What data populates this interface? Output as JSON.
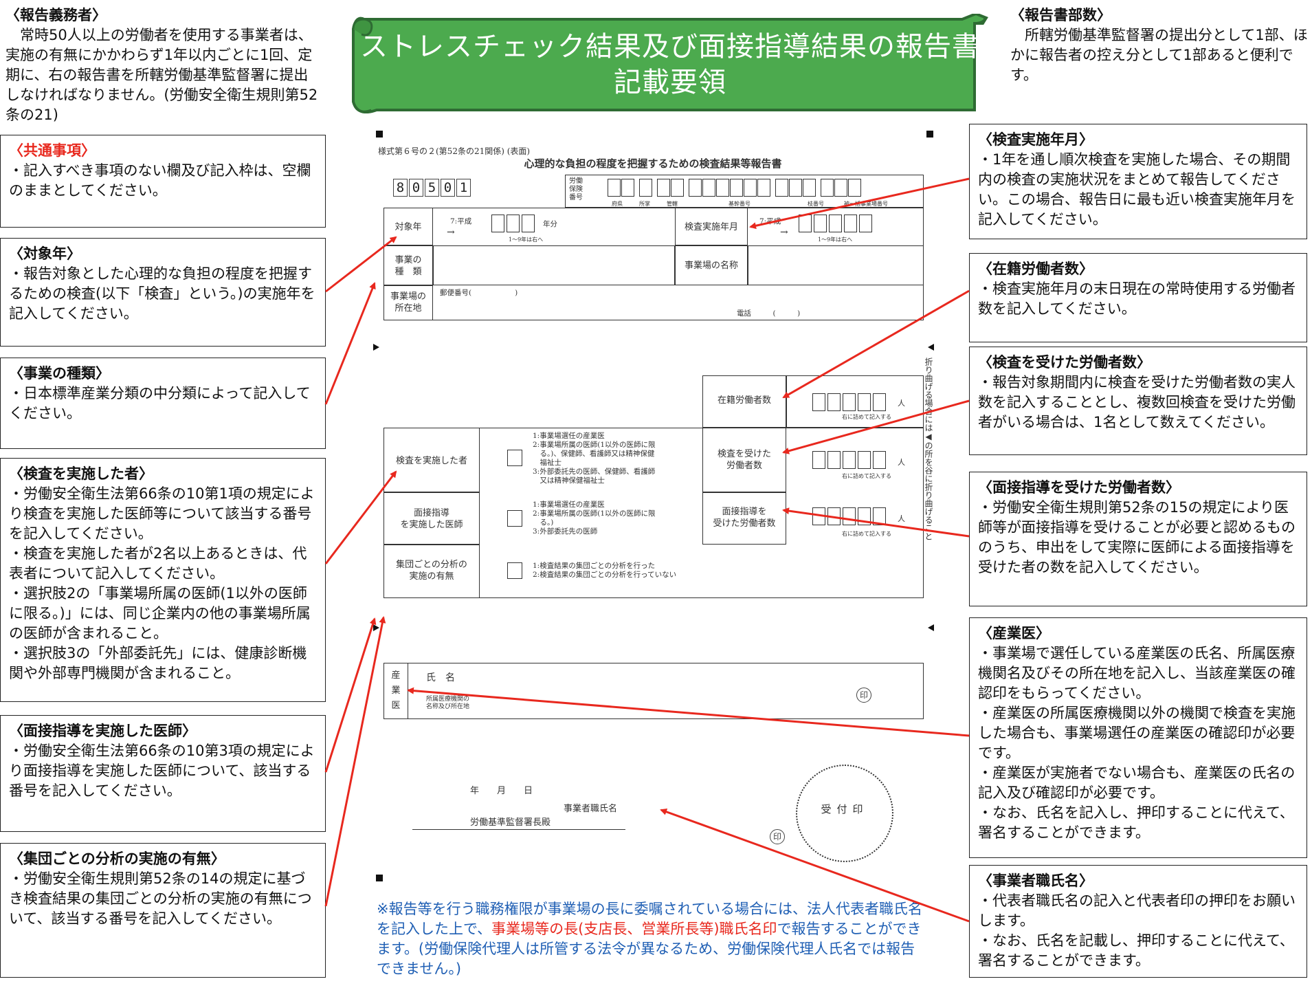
{
  "banner": {
    "title_line1": "ストレスチェック結果及び面接指導結果の報告書",
    "title_line2": "記載要領"
  },
  "left_notes": {
    "obligor": {
      "heading": "〈報告義務者〉",
      "body": "　常時50人以上の労働者を使用する事業者は、実施の有無にかかわらず1年以内ごとに1回、定期に、右の報告書を所轄労働基準監督署に提出しなければなりません。(労働安全衛生規則第52条の21)"
    },
    "common": {
      "heading": "〈共通事項〉",
      "body": "・記入すべき事項のない欄及び記入枠は、空欄のままとしてください。"
    },
    "target_year": {
      "heading": "〈対象年〉",
      "body": "・報告対象とした心理的な負担の程度を把握するための検査(以下「検査」という。)の実施年を記入してください。"
    },
    "business_type": {
      "heading": "〈事業の種類〉",
      "body": "・日本標準産業分類の中分類によって記入してください。"
    },
    "examiner": {
      "heading": "〈検査を実施した者〉",
      "body": "・労働安全衛生法第66条の10第1項の規定により検査を実施した医師等について該当する番号を記入してください。\n・検査を実施した者が2名以上あるときは、代表者について記入してください。\n・選択肢2の「事業場所属の医師(1以外の医師に限る。)」には、同じ企業内の他の事業場所属の医師が含まれること。\n・選択肢3の「外部委託先」には、健康診断機関や外部専門機関が含まれること。"
    },
    "interview_doctor": {
      "heading": "〈面接指導を実施した医師〉",
      "body": "・労働安全衛生法第66条の10第3項の規定により面接指導を実施した医師について、該当する番号を記入してください。"
    },
    "group_analysis": {
      "heading": "〈集団ごとの分析の実施の有無〉",
      "body": "・労働安全衛生規則第52条の14の規定に基づき検査結果の集団ごとの分析の実施の有無について、該当する番号を記入してください。"
    }
  },
  "right_notes": {
    "copies": {
      "heading": "〈報告書部数〉",
      "body": "　所轄労働基準監督署の提出分として1部、ほかに報告者の控え分として1部あると便利です。"
    },
    "exam_month": {
      "heading": "〈検査実施年月〉",
      "body": "・1年を通し順次検査を実施した場合、その期間内の検査の実施状況をまとめて報告してください。この場合、報告日に最も近い検査実施年月を記入してください。"
    },
    "enrolled": {
      "heading": "〈在籍労働者数〉",
      "body": "・検査実施年月の末日現在の常時使用する労働者数を記入してください。"
    },
    "examined": {
      "heading": "〈検査を受けた労働者数〉",
      "body": "・報告対象期間内に検査を受けた労働者数の実人数を記入することとし、複数回検査を受けた労働者がいる場合は、1名として数えてください。"
    },
    "interviewed": {
      "heading": "〈面接指導を受けた労働者数〉",
      "body": "・労働安全衛生規則第52条の15の規定により医師等が面接指導を受けることが必要と認めるもののうち、申出をして実際に医師による面接指導を受けた者の数を記入してください。"
    },
    "occupational_doctor": {
      "heading": "〈産業医〉",
      "body": "・事業場で選任している産業医の氏名、所属医療機関名及びその所在地を記入し、当該産業医の確認印をもらってください。\n・産業医の所属医療機関以外の機関で検査を実施した場合も、事業場選任の産業医の確認印が必要です。\n・産業医が実施者でない場合も、産業医の氏名の記入及び確認印が必要です。\n・なお、氏名を記入し、押印することに代えて、署名することができます。"
    },
    "employer_name": {
      "heading": "〈事業者職氏名〉",
      "body": "・代表者職氏名の記入と代表者印の押印をお願いします。\n・なお、氏名を記載し、押印することに代えて、署名することができます。"
    }
  },
  "form": {
    "form_no": "様式第６号の２(第52条の21関係) (表面)",
    "form_title": "心理的な負担の程度を把握するための検査結果等報告書",
    "code_digits": [
      "8",
      "0",
      "5",
      "0",
      "1"
    ],
    "insurance_label": "労働\n保険\n番号",
    "insurance_sub": [
      "府県",
      "所掌",
      "管轄",
      "基幹番号",
      "枝番号",
      "被一括事業場番号"
    ],
    "target_year_label": "対象年",
    "era": "7:平成",
    "year_unit": "年分",
    "date_hint": "1〜9年は右へ",
    "exam_month_label": "検査実施年月",
    "business_type_label": "事業の\n種　類",
    "workplace_name_label": "事業場の名称",
    "address_label": "事業場の\n所在地",
    "postal": "郵便番号(　　　　　　)",
    "phone": "電話　　　(　　　)",
    "enrolled_label": "在籍労働者数",
    "examined_label": "検査を受けた\n労働者数",
    "interviewed_label": "面接指導を\n受けた労働者数",
    "count_hint": "右に詰めて記入する",
    "person_unit": "人",
    "examiner_label": "検査を実施した者",
    "examiner_options": "1:事業場選任の産業医\n2:事業場所属の医師(1以外の医師に限\n　る。)、保健師、看護師又は精神保健\n　福祉士\n3:外部委託先の医師、保健師、看護師\n　又は精神保健福祉士",
    "doctor_label": "面接指導\nを実施した医師",
    "doctor_options": "1:事業場選任の産業医\n2:事業場所属の医師(1以外の医師に限\n　る。)\n3:外部委託先の医師",
    "group_label": "集団ごとの分析の\n実施の有無",
    "group_options": "1:検査結果の集団ごとの分析を行った\n2:検査結果の集団ごとの分析を行っていない",
    "fold_note": "折り曲げる場合には◀の所を谷に折り曲げること",
    "occ_doctor_label": "産\n業\n医",
    "occ_name": "氏　名",
    "occ_institution": "所属医療機関の\n名称及び所在地",
    "seal": "印",
    "date_line": "年　　月　　日",
    "employer_label": "事業者職氏名",
    "addressee": "労働基準監督署長殿",
    "reception_stamp": "受付印"
  },
  "footer": {
    "part1": "※報告等を行う職務権限が事業場の長に委嘱されている場合には、法人代表者職氏名を記入した上で、",
    "part2": "事業場等の長(支店長、営業所長等)職氏名印",
    "part3": "で報告することができます。(労働保険代理人は所管する法令が異なるため、労働保険代理人氏名では報告できません。)"
  },
  "colors": {
    "banner_green": "#4caa4e",
    "banner_dark": "#2e6b33",
    "arrow_red": "#e8281e",
    "footer_blue": "#1f5fb4"
  }
}
